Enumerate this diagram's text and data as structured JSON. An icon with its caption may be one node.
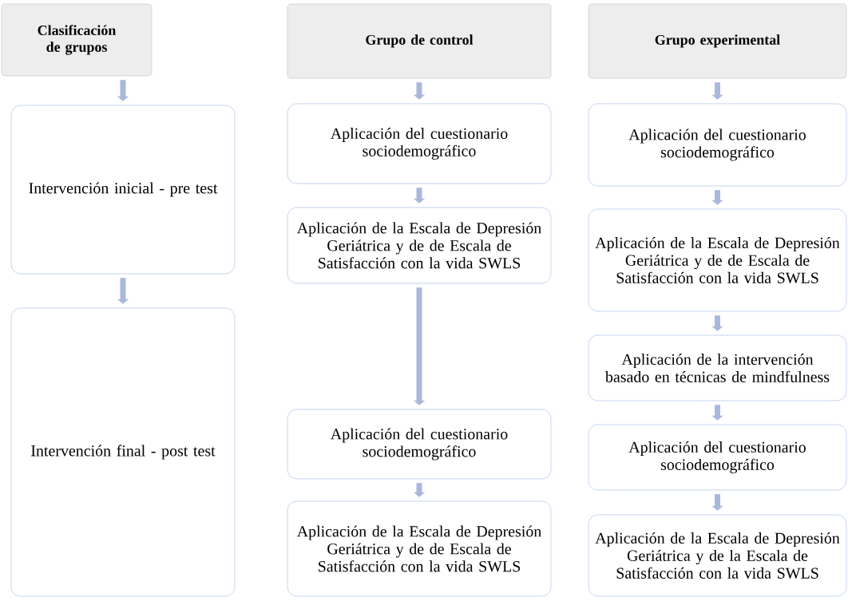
{
  "diagram": {
    "nodes": [
      {
        "text": [
          "Clasificación de grupos"
        ]
      },
      {
        "text": [
          "Grupo de control"
        ]
      },
      {
        "text": [
          "Grupo experimental"
        ]
      },
      {
        "text": [
          "Intervención inicial - pre test"
        ]
      },
      {
        "text": [
          "Intervención final - post test"
        ]
      },
      {
        "text": [
          "Aplicación del cuestionario sociodemográfico"
        ]
      },
      {
        "text": [
          "Aplicación de la Escala de Depresión Geriátrica y de de Escala de Satisfacción con la vida SWLS"
        ]
      },
      {
        "text": [
          "Aplicación del cuestionario sociodemográfico"
        ]
      },
      {
        "text": [
          "Aplicación de la Escala de Depresión Geriátrica y de de Escala de Satisfacción con la vida SWLS"
        ]
      },
      {
        "text": [
          "Aplicación del cuestionario sociodemográfico"
        ]
      },
      {
        "text": [
          "Aplicación de la Escala de Depresión Geriátrica y de de Escala de Satisfacción con la vida SWLS"
        ]
      },
      {
        "text": [
          "Aplicación de la intervención basado en técnicas de mindfulness"
        ]
      },
      {
        "text": [
          "Aplicación del cuestionario sociodemográfico"
        ]
      },
      {
        "text": [
          "Aplicación de la Escala de Depresión Geriátrica y de la Escala de Satisfacción con la vida SWLS"
        ]
      }
    ],
    "edges": [
      {
        "from": 0,
        "to": 3,
        "arrow": "to"
      },
      {
        "from": 3,
        "to": 4,
        "arrow": "to"
      },
      {
        "from": 1,
        "to": 5,
        "arrow": "to"
      },
      {
        "from": 5,
        "to": 6,
        "arrow": "to"
      },
      {
        "from": 6,
        "to": 7,
        "arrow": "to"
      },
      {
        "from": 7,
        "to": 8,
        "arrow": "to"
      },
      {
        "from": 2,
        "to": 9,
        "arrow": "to"
      },
      {
        "from": 9,
        "to": 10,
        "arrow": "to"
      },
      {
        "from": 10,
        "to": 11,
        "arrow": "to"
      },
      {
        "from": 11,
        "to": 12,
        "arrow": "to"
      },
      {
        "from": 12,
        "to": 13,
        "arrow": "to"
      }
    ]
  }
}
